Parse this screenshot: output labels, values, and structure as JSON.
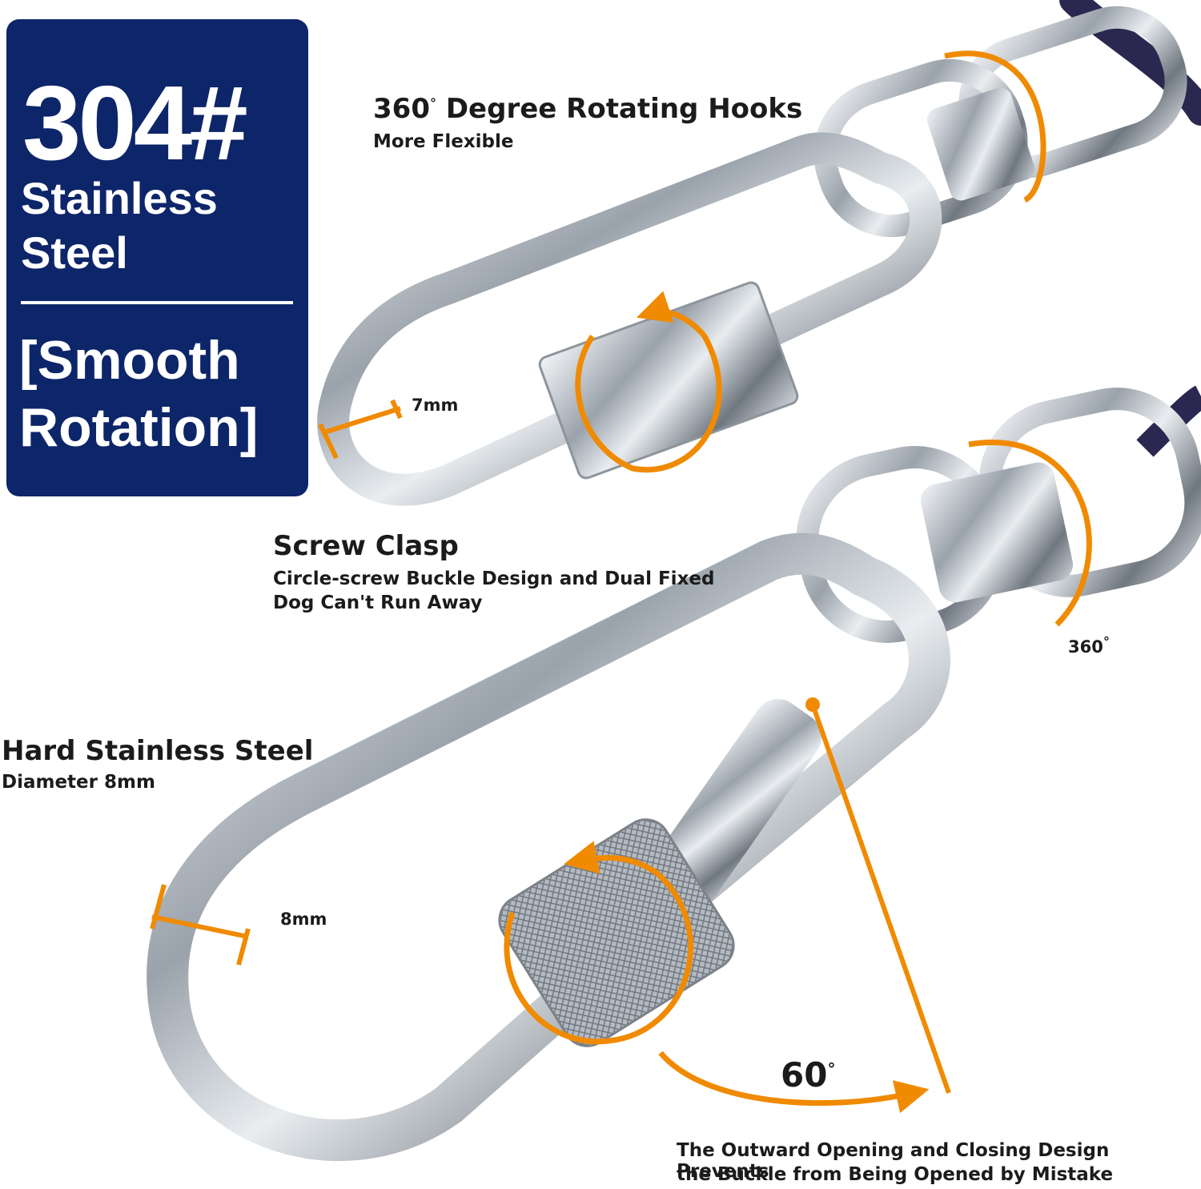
{
  "badge": {
    "number": "304#",
    "line1": "Stainless",
    "line2": "Steel",
    "line3": "[Smooth",
    "line4": "Rotation]"
  },
  "callouts": {
    "rotating_title": "360",
    "rotating_title_suffix": "Degree Rotating Hooks",
    "rotating_sub": "More Flexible",
    "clasp_title": "Screw Clasp",
    "clasp_sub1": "Circle-screw Buckle Design and Dual Fixed",
    "clasp_sub2": "Dog Can't Run Away",
    "steel_title": "Hard Stainless Steel",
    "steel_sub": "Diameter 8mm",
    "opening_line1": "The Outward Opening and Closing Design Prevents",
    "opening_line2": "the Buckle from Being Opened by Mistake"
  },
  "measurements": {
    "upper_hook": "7mm",
    "lower_hook": "8mm",
    "swivel": "360",
    "gate_angle": "60"
  },
  "colors": {
    "badge": "#0d2569",
    "accent": "#f08a00",
    "steel": "#b9bfc6",
    "cable": "#2a2850"
  }
}
